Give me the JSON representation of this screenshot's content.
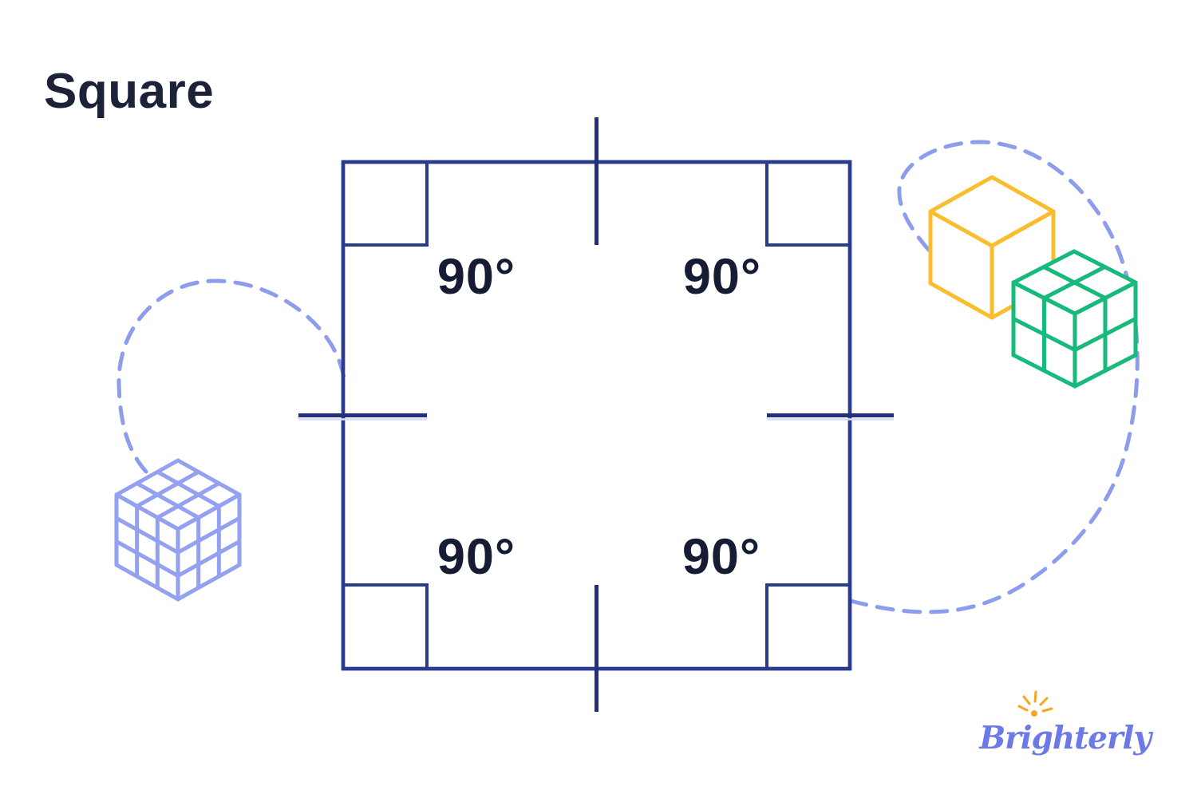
{
  "title": "Square",
  "diagram": {
    "angle_labels": {
      "top_left": "90°",
      "top_right": "90°",
      "bottom_left": "90°",
      "bottom_right": "90°"
    }
  },
  "logo": {
    "text": "Brighterly"
  },
  "colors": {
    "background": "#FFFFFF",
    "title_text": "#1C2238",
    "angle_text": "#161C33",
    "square_stroke": "#2A3A8C",
    "marker_stroke": "#2A3A8C",
    "tick_stroke": "#22307E",
    "tick_shadow": "#D9DEF7",
    "dashed_connector": "#8D9CEC",
    "cube_left": "#93A1F0",
    "cube_yellow": "#FABD2F",
    "cube_green": "#17BA7B",
    "logo_text": "#6B7AE5",
    "logo_sun": "#F6A623"
  }
}
